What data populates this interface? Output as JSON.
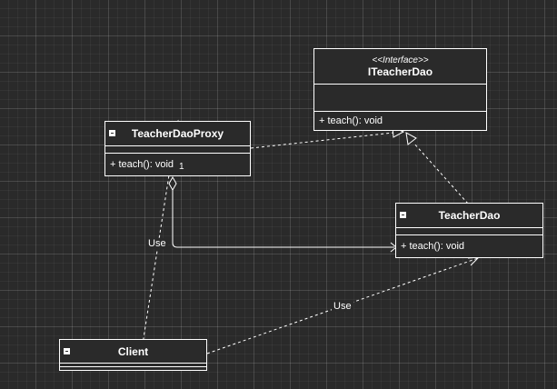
{
  "diagram": {
    "interface": {
      "stereotype": "<<Interface>>",
      "name": "ITeacherDao",
      "method": "+ teach(): void"
    },
    "proxy": {
      "name": "TeacherDaoProxy",
      "method": "+ teach(): void"
    },
    "target": {
      "name": "TeacherDao",
      "method": "+ teach(): void"
    },
    "client": {
      "name": "Client"
    },
    "edges": {
      "use_label_1": "Use",
      "use_label_2": "Use",
      "multiplicity": "1"
    }
  },
  "colors": {
    "background": "#2a2a2a",
    "stroke": "#ffffff"
  }
}
